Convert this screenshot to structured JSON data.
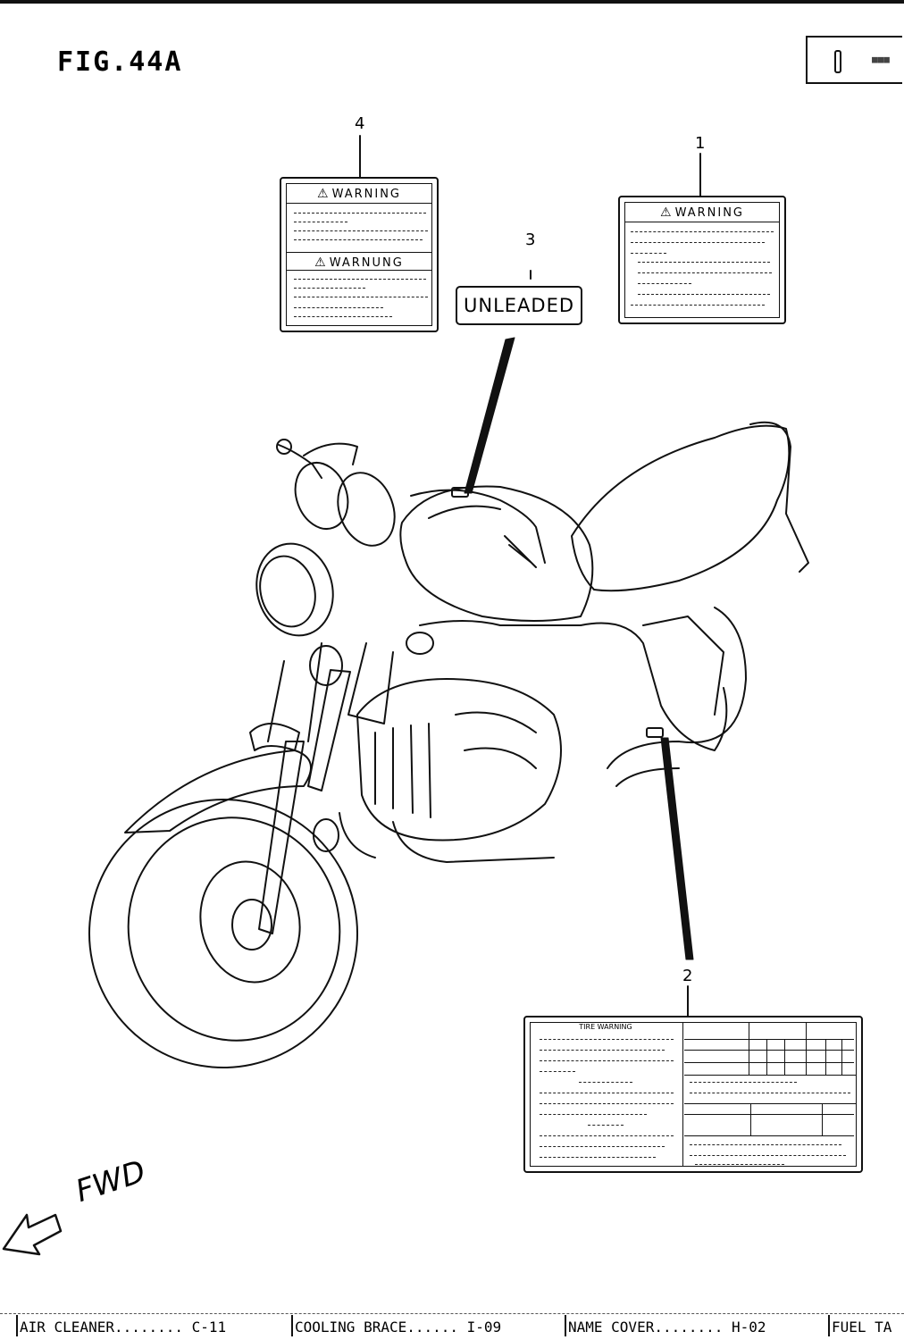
{
  "figure": {
    "title": "FIG.44A"
  },
  "callouts": {
    "c1": "1",
    "c2": "2",
    "c3": "3",
    "c4": "4"
  },
  "labels": {
    "warning": "WARNING",
    "warnung": "WARNUNG",
    "unleaded": "UNLEADED",
    "tire_warning": "TIRE WARNING"
  },
  "direction": {
    "text": "FWD"
  },
  "footer": {
    "items": [
      "AIR CLEANER........ C-11",
      "COOLING BRACE...... I-09",
      "NAME COVER........ H-02",
      "FUEL TA"
    ]
  }
}
